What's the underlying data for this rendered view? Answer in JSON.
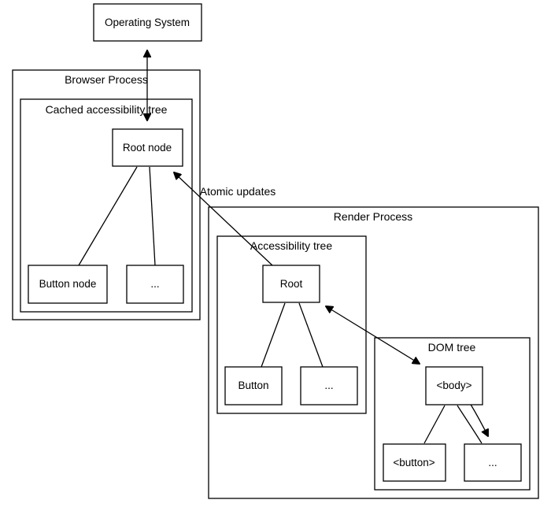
{
  "clusters": {
    "browser_process": "Browser Process",
    "cached_tree": "Cached accessibility tree",
    "render_process": "Render Process",
    "accessibility_tree": "Accessibility tree",
    "dom_tree": "DOM tree"
  },
  "nodes": {
    "os": "Operating System",
    "root_node": "Root node",
    "button_node": "Button node",
    "cached_ellipsis": "...",
    "root": "Root",
    "button": "Button",
    "ax_ellipsis": "...",
    "body": "<body>",
    "button_el": "<button>",
    "dom_ellipsis": "..."
  },
  "edges": {
    "atomic_updates": "Atomic updates"
  }
}
